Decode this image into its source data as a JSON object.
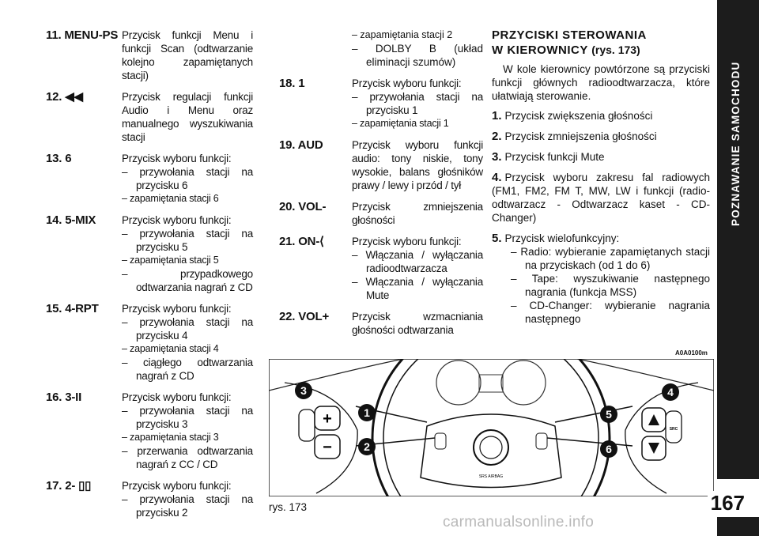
{
  "sidebar": {
    "section_title": "POZNAWANIE SAMOCHODU",
    "page_number": "167"
  },
  "col1": [
    {
      "label": "11. MENU-PS",
      "desc": "Przycisk funkcji Menu i funkcji Scan (odtwarzanie kolejno zapamiętanych stacji)",
      "subs": []
    },
    {
      "label": "12. ◀◀",
      "desc": "Przycisk regulacji funkcji Audio i Menu oraz manualnego wyszukiwania stacji",
      "subs": []
    },
    {
      "label": "13. 6",
      "desc": "Przycisk wyboru funkcji:",
      "subs": [
        "– przywołania stacji na przycisku 6",
        "– zapamiętania stacji 6"
      ]
    },
    {
      "label": "14. 5-MIX",
      "desc": "Przycisk wyboru funkcji:",
      "subs": [
        "– przywołania stacji na przycisku 5",
        "– zapamiętania stacji 5",
        "– przypadkowego odtwarzania nagrań z CD"
      ]
    },
    {
      "label": "15. 4-RPT",
      "desc": "Przycisk wyboru funkcji:",
      "subs": [
        "– przywołania stacji na przycisku 4",
        "– zapamiętania stacji 4",
        "– ciągłego odtwarzania nagrań z CD"
      ]
    },
    {
      "label": "16. 3-II",
      "desc": "Przycisk wyboru funkcji:",
      "subs": [
        "– przywołania stacji na przycisku 3",
        "– zapamiętania stacji 3",
        "– przerwania odtwarzania nagrań z CC / CD"
      ]
    },
    {
      "label": "17. 2- ▯▯",
      "desc": "Przycisk wyboru funkcji:",
      "subs": [
        "– przywołania stacji na przycisku 2"
      ]
    }
  ],
  "col2_cont": [
    "– zapamiętania stacji 2",
    "– DOLBY B (układ eliminacji szumów)"
  ],
  "col2": [
    {
      "label": "18. 1",
      "desc": "Przycisk wyboru funkcji:",
      "subs": [
        "– przywołania stacji na przycisku 1",
        "– zapamiętania stacji 1"
      ]
    },
    {
      "label": "19. AUD",
      "desc": "Przycisk wyboru funkcji audio: tony niskie, tony wysokie, balans głośników prawy / lewy i przód / tył",
      "subs": []
    },
    {
      "label": "20. VOL-",
      "desc": "Przycisk zmniejszenia głośności",
      "subs": []
    },
    {
      "label": "21. ON-⟨",
      "desc": "Przycisk wyboru funkcji:",
      "subs": [
        "– Włączania / wyłączania radioodtwarzacza",
        "– Włączania / wyłączania Mute"
      ]
    },
    {
      "label": "22. VOL+",
      "desc": "Przycisk wzmacniania głośności odtwarzania",
      "subs": []
    }
  ],
  "col3": {
    "title_line1": "PRZYCISKI STEROWANIA",
    "title_line2": "W KIEROWNICY",
    "title_ref": "(rys. 173)",
    "intro": "W kole kierownicy powtórzone są przyciski funkcji głównych radioodtwarzacza, które ułatwiają sterowanie.",
    "items": [
      {
        "num": "1.",
        "text": "Przycisk zwiększenia głośności",
        "subs": []
      },
      {
        "num": "2.",
        "text": "Przycisk zmniejszenia głośności",
        "subs": []
      },
      {
        "num": "3.",
        "text": "Przycisk funkcji Mute",
        "subs": []
      },
      {
        "num": "4.",
        "text": "Przycisk wyboru zakresu fal radiowych (FM1, FM2, FM T, MW, LW i funkcji (radio-odtwarzacz - Odtwarzacz kaset - CD-Changer)",
        "subs": []
      },
      {
        "num": "5.",
        "text": "Przycisk wielofunkcyjny:",
        "subs": [
          "– Radio: wybieranie zapamiętanych stacji na przyciskach (od 1 do 6)",
          "– Tape: wyszukiwanie następnego nagrania (funkcja MSS)",
          "– CD-Changer: wybieranie nagrania następnego"
        ]
      }
    ]
  },
  "figure": {
    "code": "A0A0100m",
    "caption": "rys. 173",
    "callouts": [
      "1",
      "2",
      "3",
      "4",
      "5",
      "6"
    ],
    "button_plus": "+",
    "button_minus": "−",
    "button_src": "SRC",
    "wheel_text": "SRS AIRBAG"
  },
  "watermark": "carmanualsonline.info"
}
